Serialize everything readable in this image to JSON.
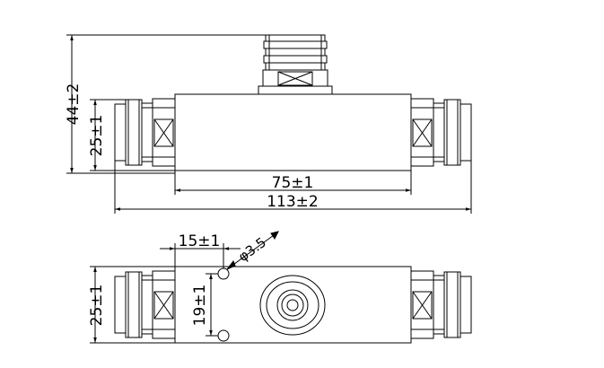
{
  "dimensions": {
    "overall_height": "44±2",
    "body_height_front": "25±1",
    "body_length": "75±1",
    "overall_length": "113±2",
    "hole_spacing": "15±1",
    "hole_diameter": "φ3.5",
    "hole_offset": "19±1",
    "body_height_top": "25±1"
  }
}
